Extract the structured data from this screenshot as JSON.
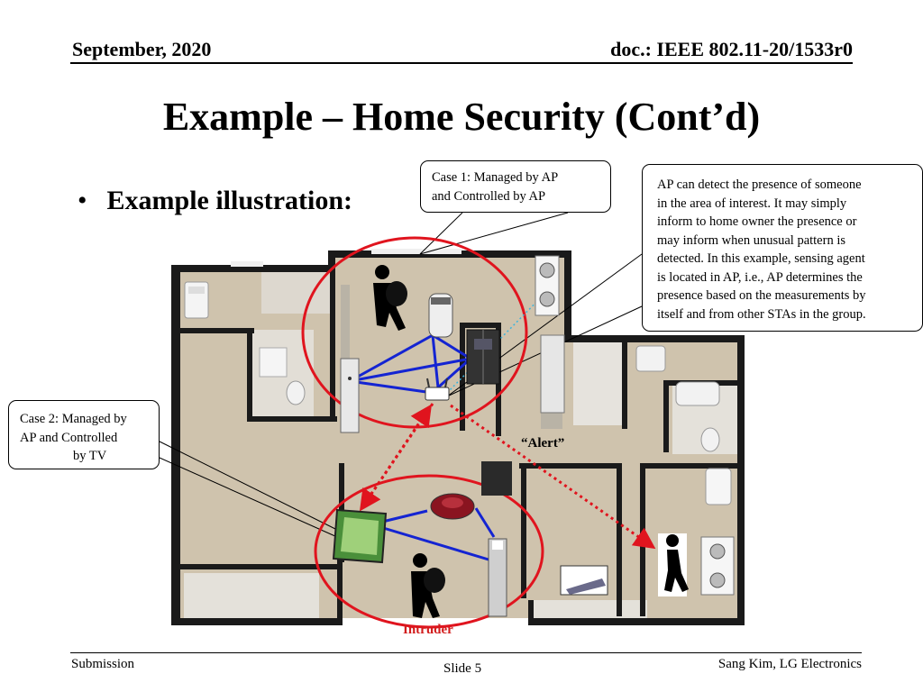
{
  "header": {
    "date": "September, 2020",
    "doc": "doc.: IEEE 802.11-20/1533r0"
  },
  "title": "Example – Home Security (Cont’d)",
  "bullet": "Example illustration:",
  "callouts": {
    "case1": [
      "Case 1: Managed by AP",
      "and Controlled by AP"
    ],
    "case2": [
      "Case 2: Managed by",
      "AP and Controlled",
      "by TV"
    ],
    "ap_detect": [
      "AP can detect the presence of someone",
      "in the area of interest. It may simply",
      "inform to home owner the presence or",
      "may inform when unusual pattern is",
      "detected. In this example, sensing agent",
      "is located in AP, i.e., AP determines the",
      "presence based on the measurements by",
      "itself and from other STAs in the group."
    ]
  },
  "labels": {
    "alert": "“Alert”",
    "intruder": "Intruder"
  },
  "colors": {
    "circle": "#e0141e",
    "link": "#1424d2",
    "alert_arrow": "#e0141e",
    "floor": "#cfc3ad",
    "wall": "#1a1a1a"
  },
  "icons": [
    "intruder-figure-icon",
    "air-purifier-icon",
    "refrigerator-icon",
    "fan-icon",
    "router-ap-icon",
    "tv-icon",
    "robot-vacuum-icon",
    "washer-icon",
    "dehumidifier-icon",
    "laptop-icon",
    "walking-person-icon"
  ],
  "footer": {
    "left": "Submission",
    "center": "Slide 5",
    "right": "Sang Kim, LG Electronics"
  }
}
